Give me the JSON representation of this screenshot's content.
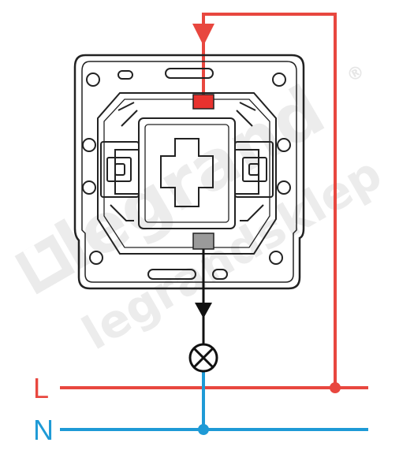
{
  "diagram": {
    "labels": {
      "live": "L",
      "neutral": "N"
    },
    "watermark": {
      "brand": "legrand",
      "shop": "legrandsklep",
      "registered": "®"
    },
    "components": {
      "switch": "switch-mechanism",
      "lamp": "lamp"
    },
    "colors": {
      "live": "#e8473f",
      "neutral": "#1e9ad6",
      "switched": "#111111",
      "frame": "#222222",
      "watermark": "#ededed",
      "terminal_live": "#e8322e",
      "terminal_load": "#9a9a9a"
    }
  }
}
